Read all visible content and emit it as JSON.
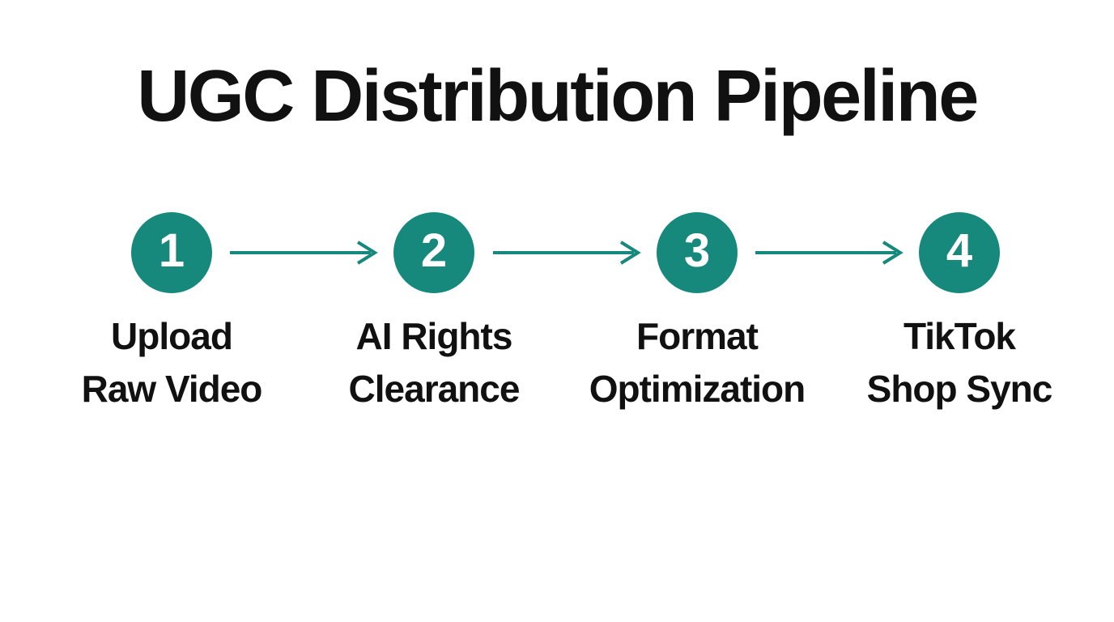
{
  "page": {
    "title": "UGC Distribution Pipeline",
    "background_color": "#ffffff",
    "accent_color": "#16897c",
    "text_color": "#111111"
  },
  "pipeline": {
    "steps": [
      {
        "number": "1",
        "label_line1": "Upload",
        "label_line2": "Raw Video"
      },
      {
        "number": "2",
        "label_line1": "AI Rights",
        "label_line2": "Clearance"
      },
      {
        "number": "3",
        "label_line1": "Format",
        "label_line2": "Optimization"
      },
      {
        "number": "4",
        "label_line1": "TikTok",
        "label_line2": "Shop Sync"
      }
    ],
    "connector_icon": "arrow-right"
  }
}
